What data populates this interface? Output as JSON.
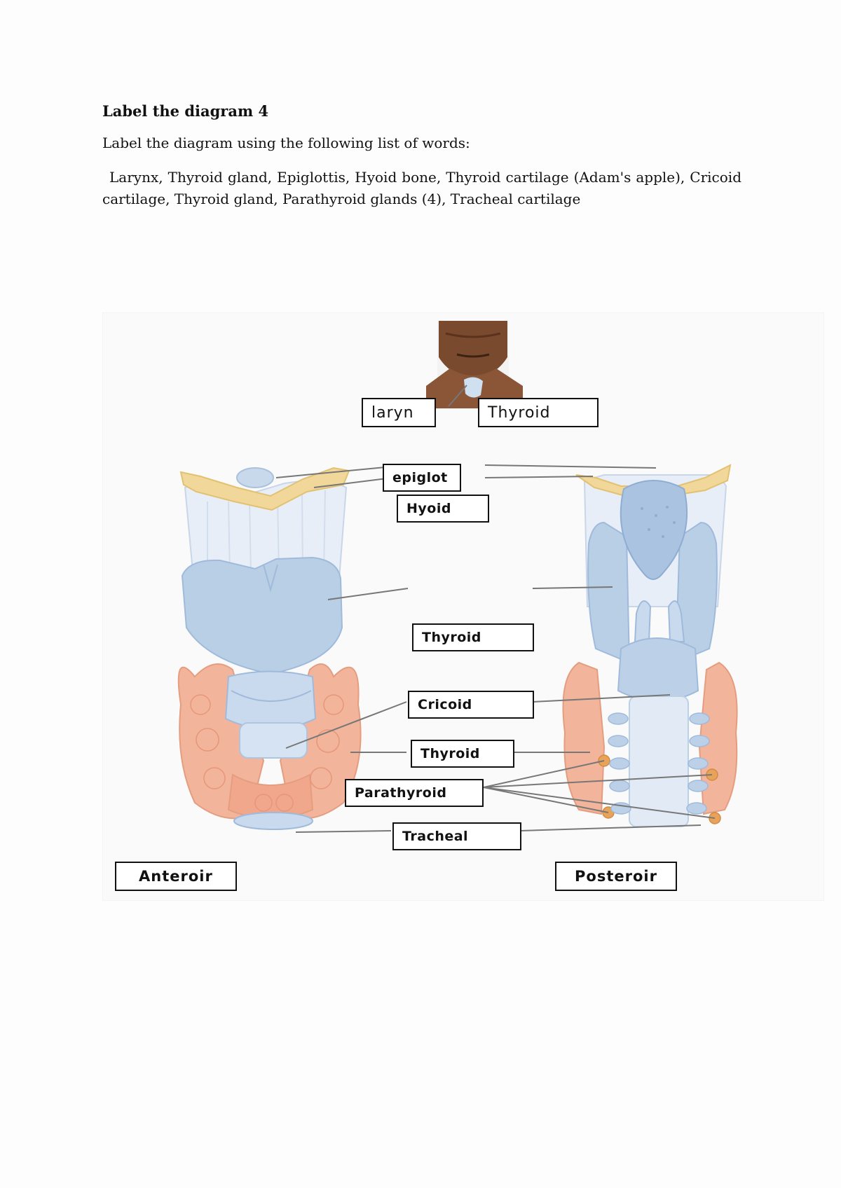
{
  "heading": "Label the diagram 4",
  "instruction": "Label the diagram using the following list of words:",
  "word_list": "Larynx, Thyroid gland, Epiglottis, Hyoid bone, Thyroid cartilage (Adam's apple), Cricoid cartilage, Thyroid gland, Parathyroid glands (4), Tracheal cartilage",
  "labels": {
    "larynx": "laryn",
    "thyroid_top": "Thyroid",
    "epiglottis": "epiglot",
    "hyoid": "Hyoid",
    "thyroid_cartilage": "Thyroid",
    "cricoid": "Cricoid",
    "thyroid_gland": "Thyroid",
    "parathyroid": "Parathyroid",
    "tracheal": "Tracheal",
    "anterior": "Anteroir",
    "posterior": "Posteroir"
  },
  "colors": {
    "cartilage": "#b9cfe6",
    "cartilage_dark": "#9fbadb",
    "gland": "#f2b49a",
    "hyoid_bone": "#f1d89a",
    "skin": "#7a4a2e"
  }
}
